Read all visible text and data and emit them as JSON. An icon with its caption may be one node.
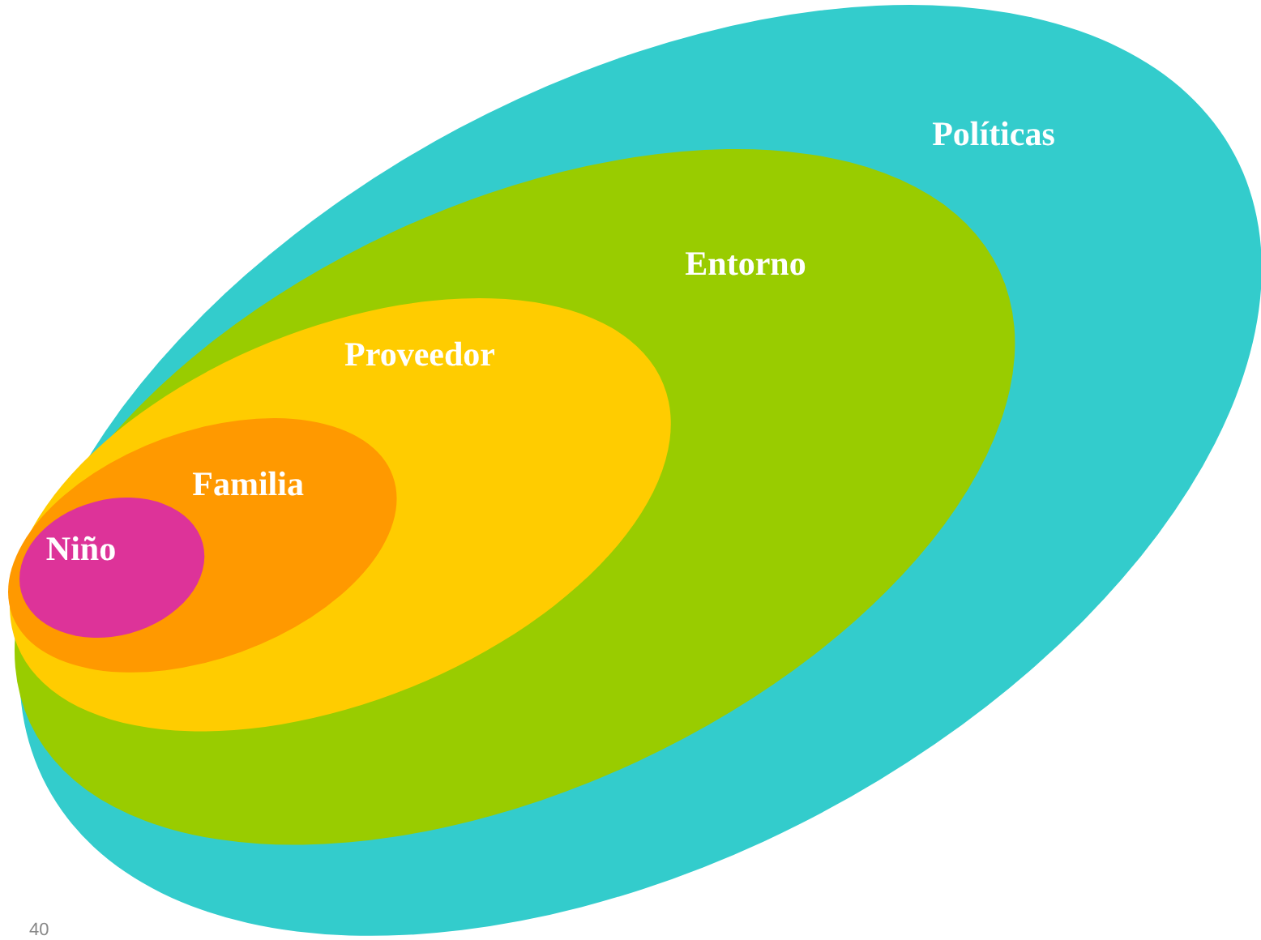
{
  "diagram": {
    "nodes": [
      {
        "text": [
          "Políticas"
        ]
      },
      {
        "text": [
          "Entorno"
        ],
        "in": 0
      },
      {
        "text": [
          "Proveedor"
        ],
        "in": 1
      },
      {
        "text": [
          "Familia"
        ],
        "in": 2
      },
      {
        "text": [
          "Niño"
        ],
        "in": 3
      }
    ],
    "labels": [
      "40"
    ]
  }
}
